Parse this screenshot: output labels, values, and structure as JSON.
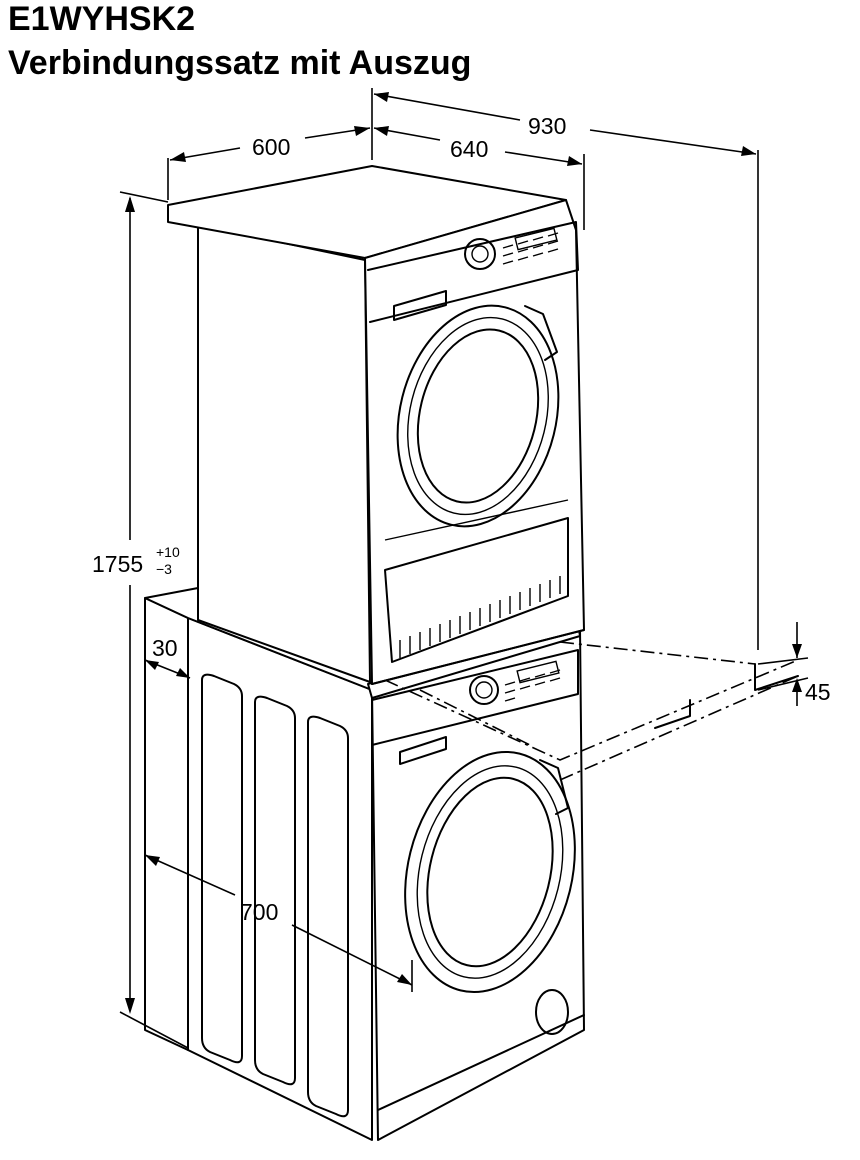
{
  "header": {
    "model": "E1WYHSK2",
    "subtitle": "Verbindungssatz mit Auszug"
  },
  "dimensions": {
    "width": "600",
    "dryer_depth": "640",
    "depth_with_drawer": "930",
    "height_main": "1755",
    "height_tol_plus": "+10",
    "height_tol_minus": "−3",
    "side_offset": "30",
    "washer_depth": "700",
    "drawer_height": "45"
  },
  "colors": {
    "line": "#000000",
    "background": "#ffffff"
  }
}
